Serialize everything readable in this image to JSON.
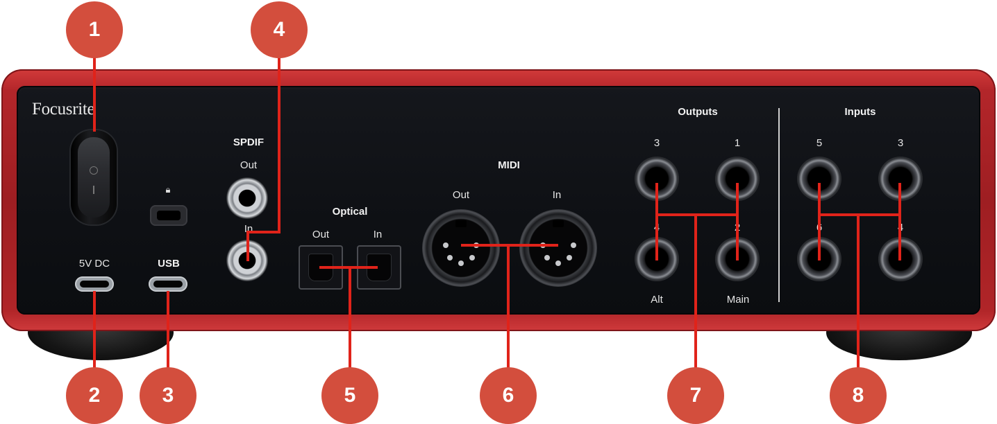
{
  "brand": "Focusrite",
  "power": {
    "label": ""
  },
  "ports": {
    "dc_label": "5V DC",
    "usb_label": "USB",
    "spdif": {
      "title": "SPDIF",
      "out": "Out",
      "in": "In"
    },
    "optical": {
      "title": "Optical",
      "out": "Out",
      "in": "In"
    },
    "midi": {
      "title": "MIDI",
      "out": "Out",
      "in": "In"
    },
    "outputs": {
      "title": "Outputs",
      "n3": "3",
      "n1": "1",
      "n4": "4",
      "n2": "2",
      "alt": "Alt",
      "main": "Main"
    },
    "inputs": {
      "title": "Inputs",
      "n5": "5",
      "n3": "3",
      "n6": "6",
      "n4": "4"
    }
  },
  "callouts": [
    "1",
    "2",
    "3",
    "4",
    "5",
    "6",
    "7",
    "8"
  ],
  "colors": {
    "callout": "#d34e3d",
    "leader": "#e0231a",
    "chassis": "#b3262a",
    "panel": "#0e1014"
  }
}
